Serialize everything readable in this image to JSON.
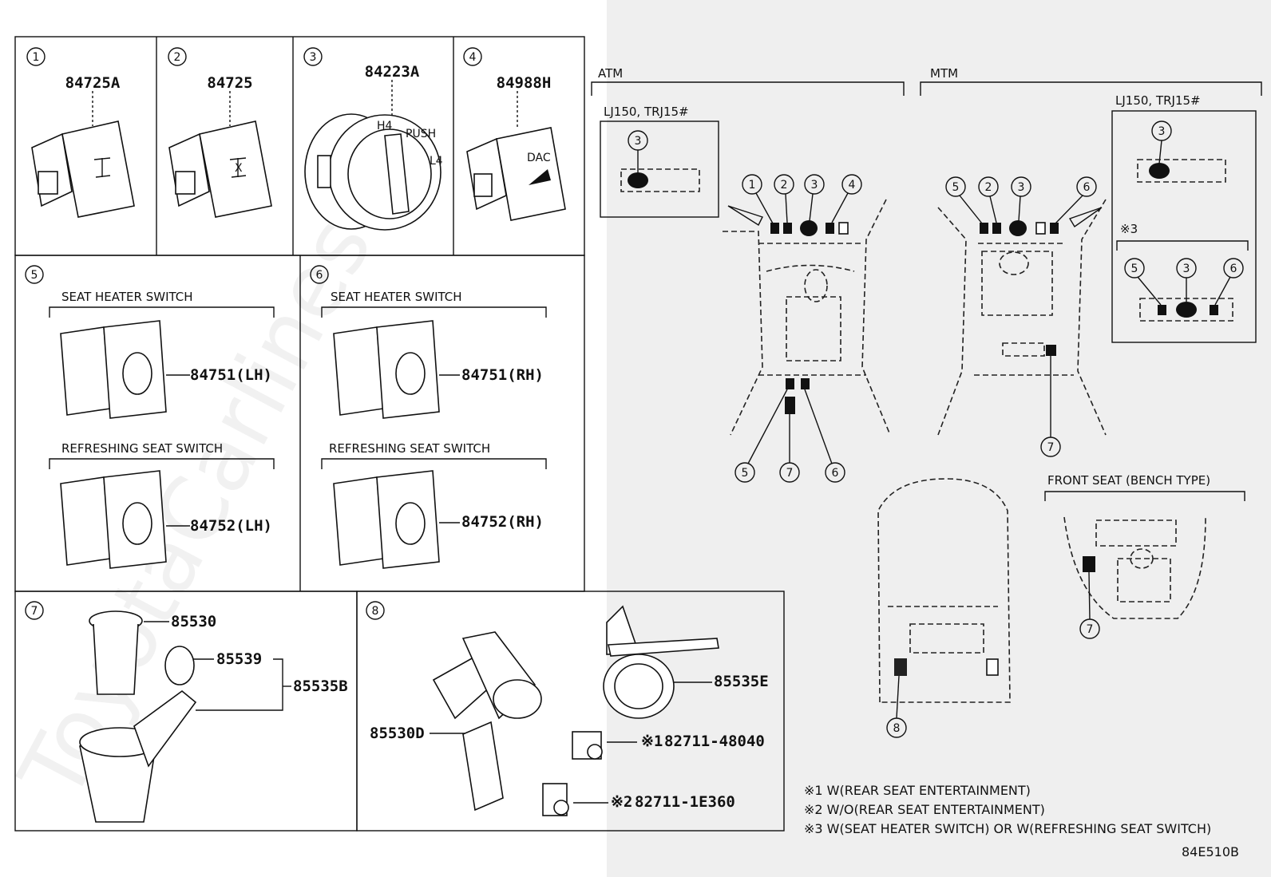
{
  "watermark": "ToyotaCarlines.ru",
  "panels": [
    {
      "num": "1",
      "parts": [
        "84725A"
      ]
    },
    {
      "num": "2",
      "parts": [
        "84725"
      ]
    },
    {
      "num": "3",
      "parts": [
        "84223A"
      ],
      "knob_labels": [
        "H4",
        "PUSH",
        "L4"
      ]
    },
    {
      "num": "4",
      "parts": [
        "84988H"
      ],
      "knob_labels": [
        "DAC"
      ]
    },
    {
      "num": "5",
      "groups": [
        {
          "title": "SEAT HEATER SWITCH",
          "part": "84751(LH)"
        },
        {
          "title": "REFRESHING SEAT SWITCH",
          "part": "84752(LH)"
        }
      ]
    },
    {
      "num": "6",
      "groups": [
        {
          "title": "SEAT HEATER SWITCH",
          "part": "84751(RH)"
        },
        {
          "title": "REFRESHING SEAT SWITCH",
          "part": "84752(RH)"
        }
      ]
    },
    {
      "num": "7",
      "parts": [
        "85530",
        "85539",
        "85535B"
      ]
    },
    {
      "num": "8",
      "parts": [
        "85535E",
        "85530D"
      ],
      "options": [
        {
          "mark": "※1",
          "part": "82711-48040"
        },
        {
          "mark": "※2",
          "part": "82711-1E360"
        }
      ]
    }
  ],
  "locator": {
    "atm_label": "ATM",
    "mtm_label": "MTM",
    "variant_label": "LJ150, TRJ15#",
    "note3_mark": "※3",
    "bench_label": "FRONT SEAT (BENCH TYPE)",
    "atm_callouts": [
      "1",
      "2",
      "3",
      "4",
      "5",
      "7",
      "6",
      "3"
    ],
    "mtm_callouts": [
      "5",
      "2",
      "3",
      "6",
      "7",
      "3",
      "5",
      "3",
      "6"
    ],
    "bench_callouts": [
      "7"
    ],
    "rear_callouts": [
      "8"
    ]
  },
  "notes": [
    "※1 W(REAR SEAT ENTERTAINMENT)",
    "※2 W/O(REAR SEAT ENTERTAINMENT)",
    "※3 W(SEAT HEATER SWITCH) OR W(REFRESHING SEAT SWITCH)"
  ],
  "diagram_code": "84E510B"
}
